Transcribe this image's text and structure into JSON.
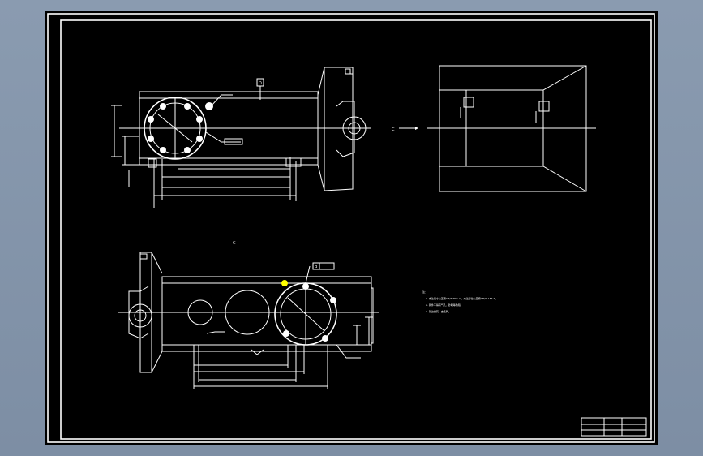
{
  "drawing": {
    "view_labels": {
      "top_view_arrow": "C",
      "bottom_view_label": "C"
    },
    "symbols": {
      "datum_top": "D",
      "datum_bottom": "B"
    },
    "notes": {
      "header": "注：",
      "lines": [
        "1. 未注尺寸公差按GB/T1804-m，未注形位公差按GB/T1184-K。",
        "2. 铸件不得有气孔、砂眼等缺陷。",
        "3. 锐边倒钝，去毛刺。"
      ]
    },
    "colors": {
      "background": "#000000",
      "lines": "#ffffff",
      "frame_outer": "#8a9bb0",
      "highlight": "#ffff00"
    },
    "title_block": {
      "text": ""
    }
  }
}
